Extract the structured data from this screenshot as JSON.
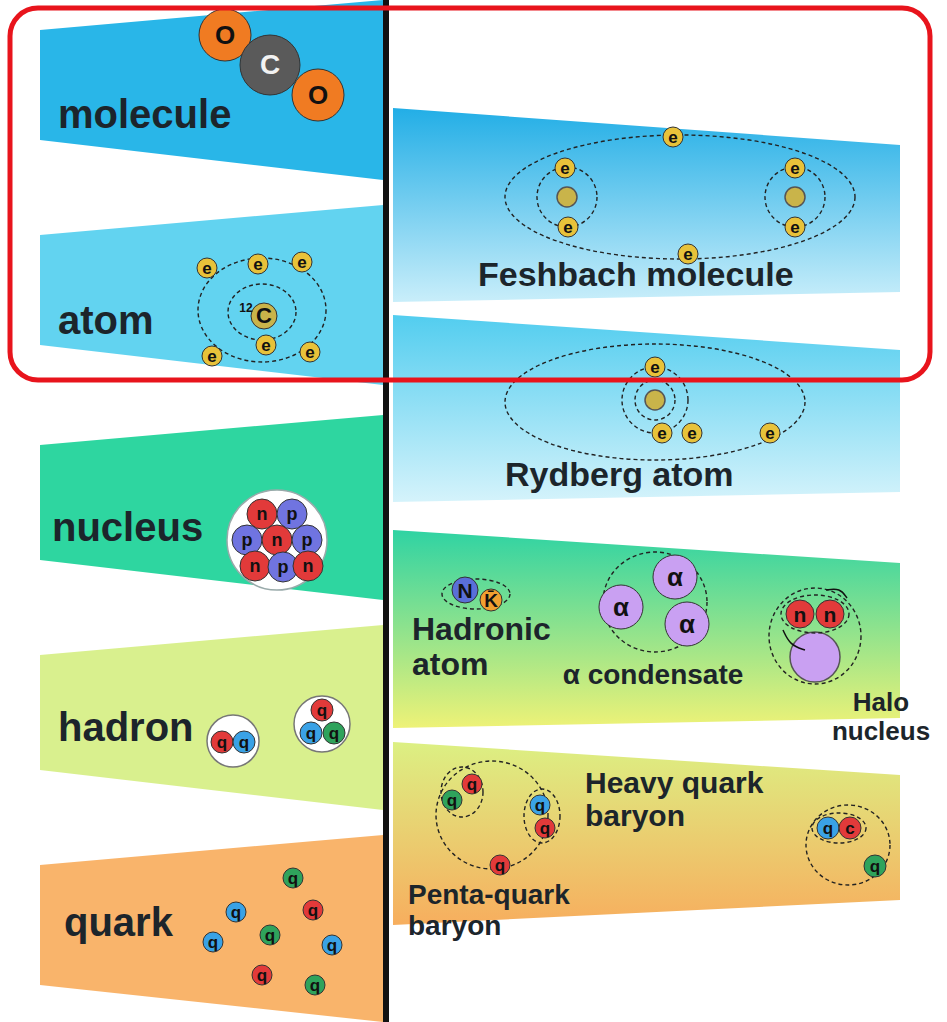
{
  "diagram": {
    "nodes": [
      {
        "text": [
          "molecule"
        ]
      },
      {
        "text": [
          "atom"
        ]
      },
      {
        "text": [
          "nucleus"
        ]
      },
      {
        "text": [
          "hadron"
        ]
      },
      {
        "text": [
          "quark"
        ]
      },
      {
        "text": [
          "Feshbach molecule"
        ]
      },
      {
        "text": [
          "Rydberg atom"
        ]
      },
      {
        "text": [
          "Hadronic atom",
          "α condensate",
          "Halo nucleus"
        ]
      },
      {
        "text": [
          "Heavy quark baryon",
          "Penta-quark baryon"
        ]
      }
    ],
    "labels": [
      "O",
      "C",
      "O",
      "e",
      "e",
      "e",
      "e",
      "e",
      "e",
      "12",
      "C",
      "e",
      "e",
      "e",
      "e",
      "e",
      "e",
      "e",
      "e",
      "e",
      "e",
      "n",
      "p",
      "p",
      "n",
      "p",
      "n",
      "p",
      "n",
      "q",
      "q",
      "q",
      "q",
      "q",
      "q",
      "q",
      "q",
      "q",
      "q",
      "q",
      "q",
      "q",
      "N",
      "K̄",
      "α",
      "α",
      "α",
      "n",
      "n",
      "q",
      "q",
      "q",
      "q",
      "q",
      "q",
      "c",
      "q"
    ]
  }
}
